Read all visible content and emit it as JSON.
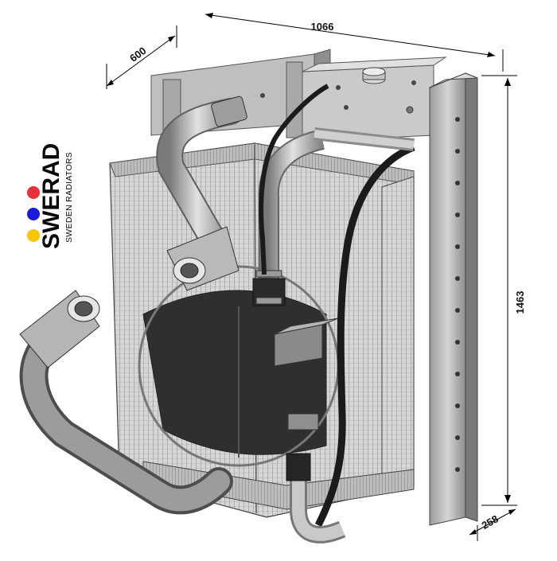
{
  "dimensions": {
    "width": "1066",
    "depth": "600",
    "height": "1463",
    "thickness": "258"
  },
  "brand": {
    "name": "SWERAD",
    "tagline": "SWEDEN RADIATORS",
    "dot_colors": [
      "#e8303a",
      "#1a1ad8",
      "#f7c600"
    ]
  },
  "colors": {
    "metal_light": "#c9c9c9",
    "metal_mid": "#a9a9a9",
    "metal_dark": "#6f6f6f",
    "core_dark": "#3a3a3a",
    "hose": "#1b1b1b"
  }
}
